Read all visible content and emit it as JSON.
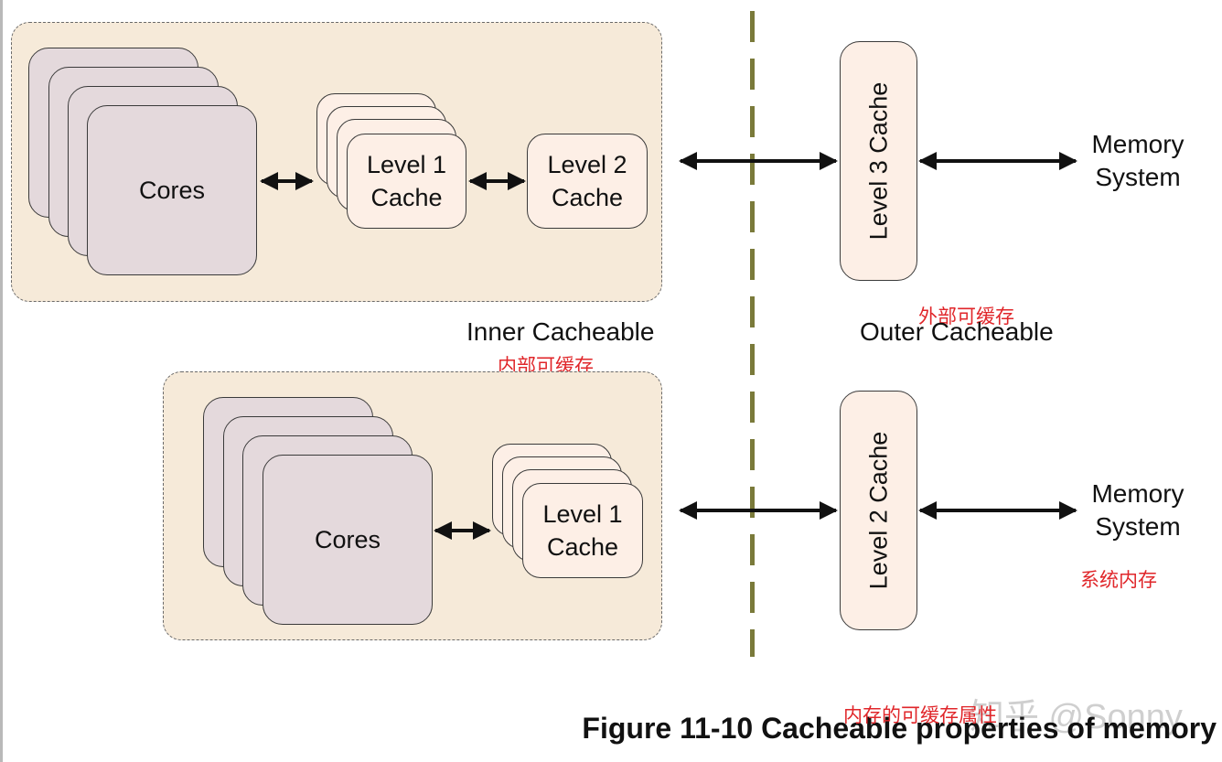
{
  "top_diagram": {
    "cores_label": "Cores",
    "l1_label": "Level 1\nCache",
    "l2_label": "Level 2\nCache",
    "outer_cache_label": "Level 3 Cache",
    "memory_label": "Memory\nSystem"
  },
  "bottom_diagram": {
    "cores_label": "Cores",
    "l1_label": "Level 1\nCache",
    "outer_cache_label": "Level 2 Cache",
    "memory_label": "Memory\nSystem"
  },
  "regions": {
    "inner_label": "Inner Cacheable",
    "inner_label_cn": "内部可缓存",
    "outer_label": "Outer Cacheable",
    "outer_label_cn": "外部可缓存"
  },
  "annotations": {
    "memory_system_cn": "系统内存",
    "caption_cn": "内存的可缓存属性"
  },
  "caption": "Figure 11-10 Cacheable properties of memory",
  "watermark": "知乎 @Sonny",
  "colors": {
    "region_fill": "#f6ead9",
    "core_fill": "#e4d9dc",
    "cache_fill": "#fdefe6",
    "divider": "#7a7a3a",
    "annotation_red": "#e0262a"
  }
}
